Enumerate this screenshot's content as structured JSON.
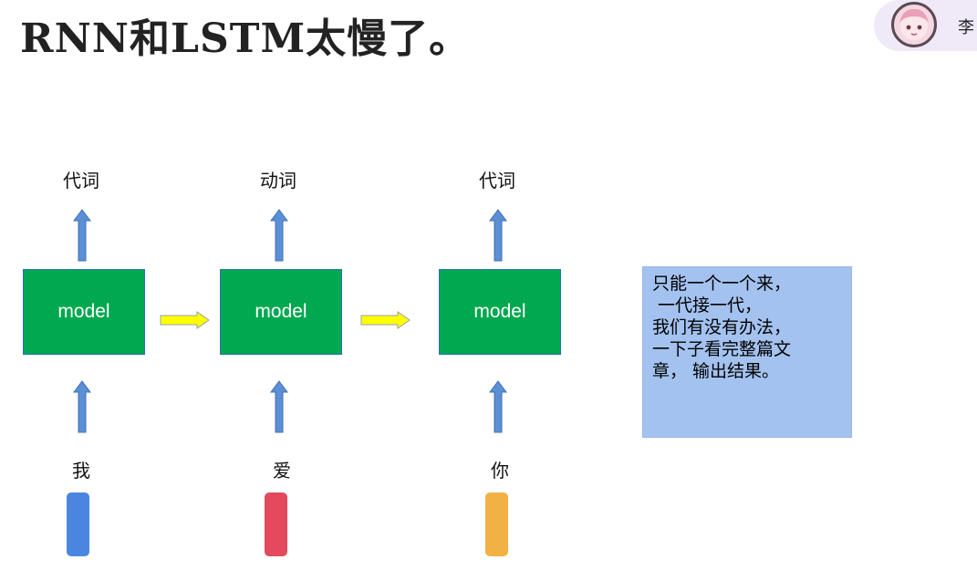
{
  "slide": {
    "title": "RNN和LSTM太慢了。",
    "user_name": "李"
  },
  "diagram": {
    "outputs": [
      "代词",
      "动词",
      "代词"
    ],
    "model_label": "model",
    "inputs": [
      "我",
      "爱",
      "你"
    ],
    "token_colors": [
      "#4a86e0",
      "#e34a5e",
      "#f2b144"
    ]
  },
  "note": {
    "lines": [
      "只能一个一个来，",
      " 一代接一代，",
      "",
      "我们有没有办法，",
      "一下子看完整篇文",
      "章， 输出结果。"
    ]
  },
  "colors": {
    "model_fill": "#00a84f",
    "up_arrow": "#5b8fd6",
    "right_arrow": "#ffff00",
    "note_fill": "#a3c2ef"
  }
}
